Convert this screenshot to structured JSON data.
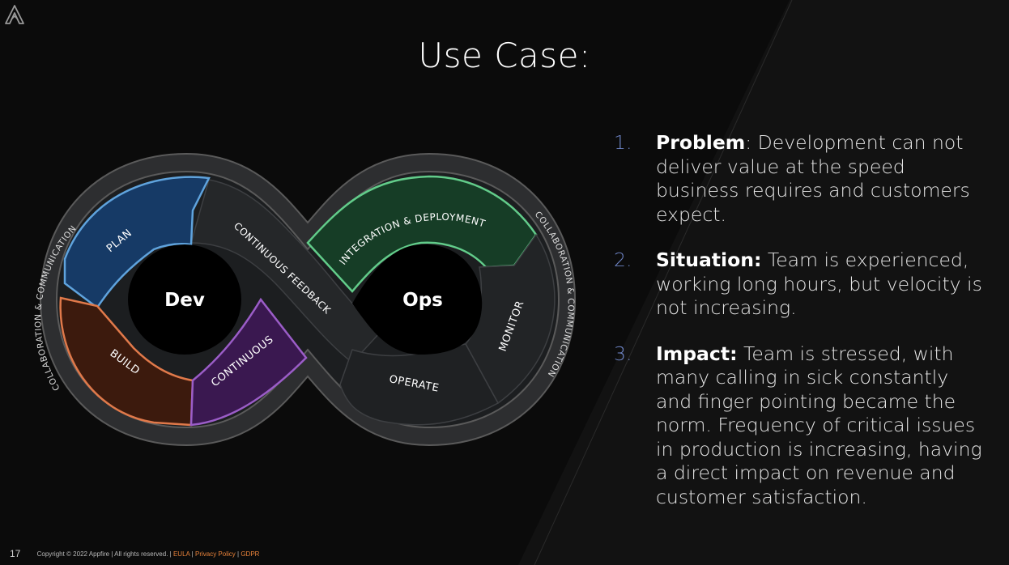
{
  "slide": {
    "title": "Use Case:",
    "page_number": "17"
  },
  "diagram": {
    "hubs": {
      "dev": "Dev",
      "ops": "Ops"
    },
    "segments": {
      "plan": "PLAN",
      "build": "BUILD",
      "continuous": "CONTINUOUS",
      "continuous_feedback": "CONTINUOUS FEEDBACK",
      "integration_deployment": "INTEGRATION & DEPLOYMENT",
      "monitor": "MONITOR",
      "operate": "OPERATE"
    },
    "ring_label_left": "COLLABORATION & COMMUNICATION",
    "ring_label_right": "COLLABORATION & COMMUNICATION",
    "colors": {
      "plan": "#163a66",
      "plan_border": "#5fa3dd",
      "build": "#3c1a0d",
      "build_border": "#e0794a",
      "continuous": "#3a1850",
      "continuous_border": "#9b5dc8",
      "integration": "#163d26",
      "integration_border": "#62cc8a",
      "dark_segment": "#1d1f21",
      "ring": "#3a3a3a"
    }
  },
  "list": [
    {
      "number": "1.",
      "label": "Problem",
      "sep": ": ",
      "text": "Development can not deliver value at the speed business requires and customers expect."
    },
    {
      "number": "2.",
      "label": "Situation:",
      "sep": " ",
      "text": "Team is experienced, working long hours, but velocity is not increasing."
    },
    {
      "number": "3.",
      "label": "Impact:",
      "sep": " ",
      "text": "Team is stressed, with many calling in sick constantly and finger pointing became the norm. Frequency of critical issues in production is increasing, having a direct impact on revenue and customer satisfaction."
    }
  ],
  "footer": {
    "copyright": "Copyright © 2022 Appfire | All rights reserved. |",
    "eula": "EULA",
    "privacy": "Privacy Policy",
    "gdpr": "GDPR",
    "divider": "|"
  }
}
